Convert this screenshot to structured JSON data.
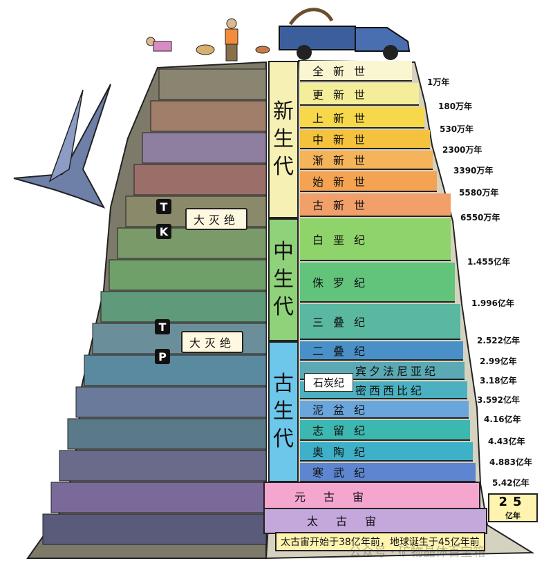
{
  "eras": [
    {
      "id": "cenozoic",
      "chars": [
        "新",
        "生",
        "代"
      ],
      "color": "#f6f0b4"
    },
    {
      "id": "mesozoic",
      "chars": [
        "中",
        "生",
        "代"
      ],
      "color": "#8fd27a"
    },
    {
      "id": "paleozoic",
      "chars": [
        "古",
        "生",
        "代"
      ],
      "color": "#6cc7ea"
    }
  ],
  "periods": [
    {
      "name": "全新世",
      "color": "#fbf6d2",
      "date": "1万年"
    },
    {
      "name": "更新世",
      "color": "#f4ee9a",
      "date": "180万年"
    },
    {
      "name": "上新世",
      "color": "#f7d84a",
      "date": "530万年"
    },
    {
      "name": "中新世",
      "color": "#f4c23c",
      "date": "2300万年"
    },
    {
      "name": "渐新世",
      "color": "#f5b35a",
      "date": "3390万年"
    },
    {
      "name": "始新世",
      "color": "#f4a352",
      "date": "5580万年"
    },
    {
      "name": "古新世",
      "color": "#f2a06a",
      "date": "6550万年"
    },
    {
      "name": "白垩纪",
      "color": "#8fd36b",
      "date": "1.455亿年"
    },
    {
      "name": "侏罗纪",
      "color": "#62c37a",
      "date": "1.996亿年"
    },
    {
      "name": "三叠纪",
      "color": "#5bb8a0",
      "date": "2.522亿年"
    },
    {
      "name": "二叠纪",
      "color": "#4a90c8",
      "date": "2.99亿年"
    },
    {
      "name": "宾夕法尼亚纪",
      "color": "#5aa9b4",
      "date": "3.18亿年"
    },
    {
      "name": "密西西比纪",
      "color": "#4bb0c0",
      "date": "3.592亿年"
    },
    {
      "name": "泥盆纪",
      "color": "#6aa6dc",
      "date": "4.16亿年"
    },
    {
      "name": "志留纪",
      "color": "#3cb8b0",
      "date": "4.43亿年"
    },
    {
      "name": "奥陶纪",
      "color": "#3eb0c8",
      "date": "4.883亿年"
    },
    {
      "name": "寒武纪",
      "color": "#5e86d0",
      "date": "5.42亿年"
    }
  ],
  "eons": [
    {
      "name": "元古宙",
      "color": "#f4a6cf"
    },
    {
      "name": "太古宙",
      "color": "#c4a8dc"
    }
  ],
  "extinction_label": "大灭绝",
  "extinction_letters": [
    [
      "T",
      "K"
    ],
    [
      "T",
      "P"
    ]
  ],
  "carboniferous_label": "石炭纪",
  "age_box": {
    "number": "25",
    "unit": "亿年"
  },
  "footnote": "太古宙开始于38亿年前，地球诞生于45亿年前",
  "watermark": "公众号 · 矿物晶体百宝箱"
}
